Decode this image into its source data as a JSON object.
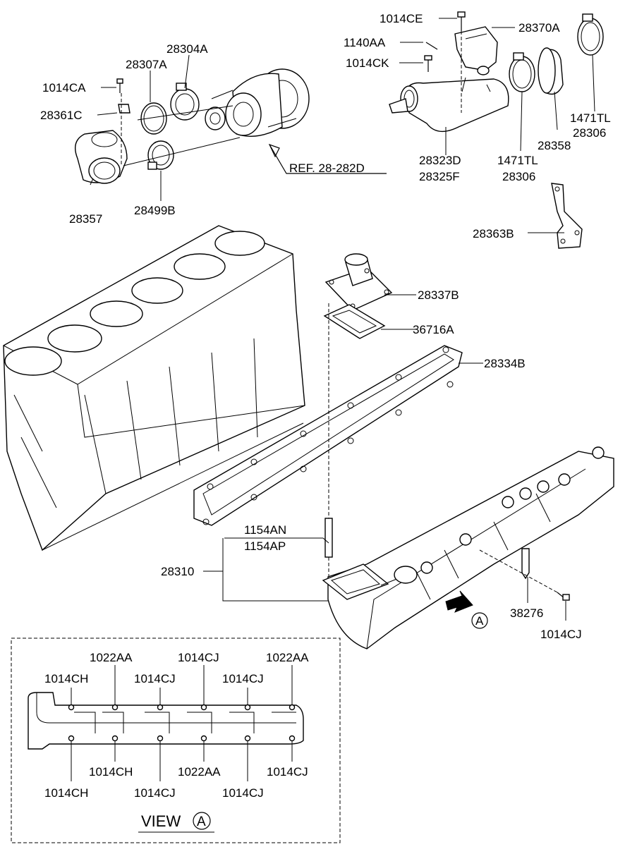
{
  "labels": {
    "p1014CE": "1014CE",
    "p28370A": "28370A",
    "p1140AA": "1140AA",
    "p1014CK": "1014CK",
    "p28304A": "28304A",
    "p28307A": "28307A",
    "p1014CA": "1014CA",
    "p28361C": "28361C",
    "ref": "REF. 28-282D",
    "p28357": "28357",
    "p28499B": "28499B",
    "p28323D": "28323D",
    "p28325F": "28325F",
    "p1471TL_a": "1471TL",
    "p28306_a": "28306",
    "p28358": "28358",
    "p1471TL_b": "1471TL",
    "p28306_b": "28306",
    "p28363B": "28363B",
    "p28337B": "28337B",
    "p36716A": "36716A",
    "p28334B": "28334B",
    "p1154AN": "1154AN",
    "p1154AP": "1154AP",
    "p28310": "28310",
    "p38276": "38276",
    "p1014CJ": "1014CJ",
    "arrow_view": "A"
  },
  "view_a": {
    "title": "VIEW",
    "marker": "A",
    "top_labels": [
      "1022AA",
      "1014CJ",
      "1022AA"
    ],
    "top_labels2": [
      "1014CH",
      "1014CJ",
      "1014CJ"
    ],
    "bottom_labels": [
      "1014CH",
      "1022AA",
      "1014CJ"
    ],
    "bottom_labels2": [
      "1014CH",
      "1014CJ",
      "1014CJ"
    ]
  }
}
